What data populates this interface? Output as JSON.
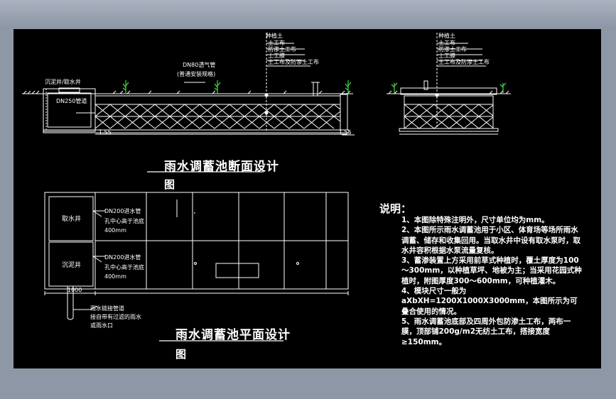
{
  "section_drawing": {
    "title": "雨水调蓄池断面设计",
    "title_sub": "图",
    "labels": {
      "sedimentation_well": "沉泥井/取水井",
      "pipe_label": "DN250管道",
      "vent_pipe": "DN80透气管",
      "vent_note": "(普通安装规格)",
      "layer_1": "种植土",
      "layer_2": "土工布",
      "layer_3": "防渗土工布",
      "layer_4": "土工膜",
      "layer_5": "土工布及防渗土工布",
      "level_left": "-1.55",
      "level_right": "-1.55"
    }
  },
  "side_section": {
    "labels": {
      "layer_1": "种植土",
      "layer_2": "土工布",
      "layer_3": "防渗土工布",
      "layer_4": "土工膜",
      "layer_5": "土工布及防渗土工布"
    }
  },
  "plan_drawing": {
    "title": "雨水调蓄池平面设计",
    "title_sub": "图",
    "labels": {
      "intake_well": "取水井",
      "sediment_well": "沉泥井",
      "pipe_1": "DN200进水管",
      "pipe_1_note": "孔中心高于池底",
      "pipe_1_dim": "400mm",
      "pipe_2": "DN200进水管",
      "pipe_2_note": "孔中心高于池底",
      "pipe_2_dim": "400mm",
      "inlet_1": "雨水链接管道",
      "inlet_2": "接自带有过滤的雨水",
      "inlet_3": "或雨水口",
      "dim": "1000"
    }
  },
  "notes": {
    "heading": "说明：",
    "items": [
      "1、本图除特殊注明外，尺寸单位均为mm。",
      "2、本图所示雨水调蓄池用于小区、体育场等场所雨水调蓄、储存和收集回用。当取水井中设有取水泵时，取水井容积根据水泵流量复核。",
      "3、蓄渗装置上方采用前草式种植时，覆土厚度为100～300mm，以种植草坪、地被为主；当采用花园式种植时，附图厚度300～600mm，可种植灌木。",
      "4、模块尺寸一般为aXbXH=1200X1000X3000mm，本图所示为可叠合使用的情况。",
      "5、雨水调蓄池底部及四周外包防渗土工布，两布一膜，顶部铺200g/m2无纺土工布，搭接宽度≥150mm。"
    ]
  },
  "colors": {
    "background": "#000000",
    "line": "#ffffff",
    "plant": "#3fd13f",
    "frame": "#8e97a6"
  }
}
